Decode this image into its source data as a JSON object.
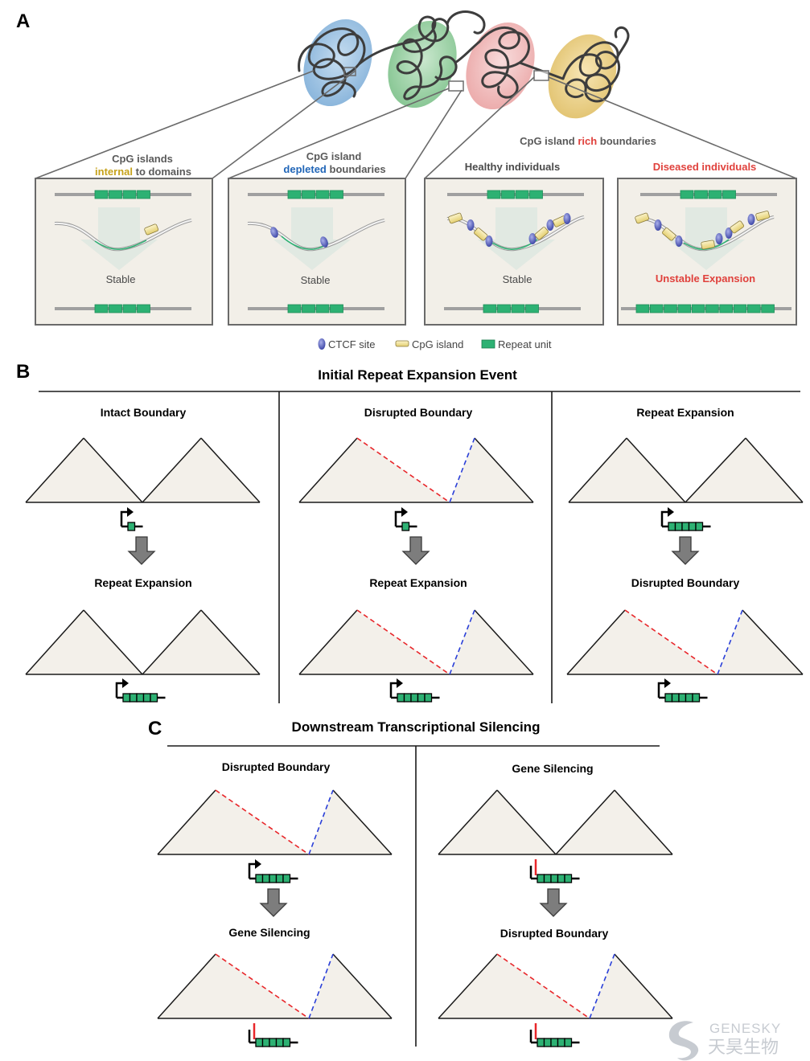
{
  "panel_labels": {
    "a": "A",
    "b": "B",
    "c": "C"
  },
  "panelA": {
    "cg_title_1": "CpG islands",
    "cg_title_2a": "internal",
    "cg_title_2b": " to domains",
    "dep_title_1": "CpG island",
    "dep_title_2a": "depleted",
    "dep_title_2b": " boundaries",
    "rich_title_a": "CpG island ",
    "rich_title_b": "rich",
    "rich_title_c": " boundaries",
    "healthy": "Healthy individuals",
    "diseased": "Diseased individuals",
    "stable": "Stable",
    "unstable": "Unstable Expansion",
    "legend": {
      "ctcf": "CTCF site",
      "cpg": "CpG island",
      "repeat": "Repeat unit"
    }
  },
  "panelB": {
    "title": "Initial Repeat Expansion Event",
    "columns": [
      {
        "top": "Intact Boundary",
        "bottom": "Repeat Expansion"
      },
      {
        "top": "Disrupted Boundary",
        "bottom": "Repeat Expansion"
      },
      {
        "top": "Repeat Expansion",
        "bottom": "Disrupted Boundary"
      }
    ]
  },
  "panelC": {
    "title": "Downstream Transcriptional Silencing",
    "columns": [
      {
        "top": "Disrupted Boundary",
        "bottom": "Gene Silencing"
      },
      {
        "top": "Gene Silencing",
        "bottom": "Disrupted Boundary"
      }
    ]
  },
  "watermark": {
    "en": "GENESKY",
    "cn": "天昊生物"
  },
  "colors": {
    "repeat": "#2db173",
    "ctcf": "#5b64b8",
    "cpg": "#f0e19a",
    "red": "#e8262a",
    "blue": "#2a3fd8",
    "tad_fill": "#f3f0ea",
    "internal": "#c6a21a",
    "depleted": "#2166b8",
    "rich": "#e0413c"
  }
}
